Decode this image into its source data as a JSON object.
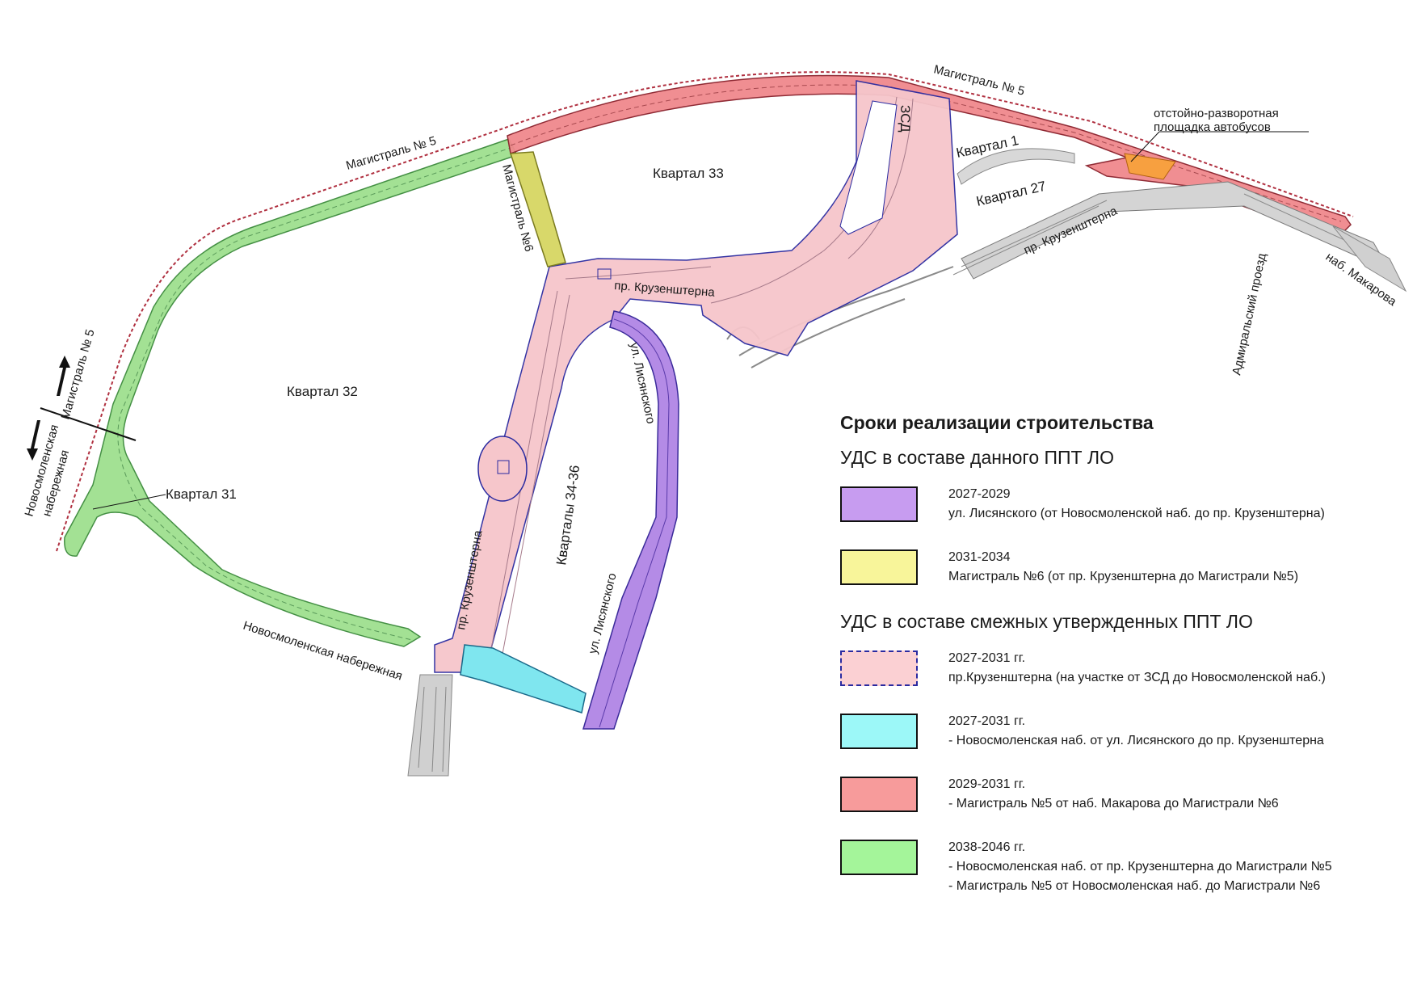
{
  "map_labels": {
    "kvartal_33": "Квартал 33",
    "kvartal_32": "Квартал 32",
    "kvartal_31": "Квартал 31",
    "kvartal_1": "Квартал 1",
    "kvartal_27": "Квартал 27",
    "kvartaly_34_36": "Кварталы 34-36",
    "magistral5_top": "Магистраль № 5",
    "magistral5_left": "Магистраль № 5",
    "magistral5_vertical": "Магистраль № 5",
    "magistral6": "Магистраль №6",
    "zsd": "ЗСД",
    "kruzenshterna_center": "пр. Крузенштерна",
    "kruzenshterna_right": "пр. Крузенштерна",
    "kruzenshterna_south": "пр. Крузенштерна",
    "lisyanskogo_upper": "ул. Лисянского",
    "lisyanskogo_lower": "ул. Лисянского",
    "novosmolenskaya_bottom": "Новосмоленская набережная",
    "novosmolenskaya_left_1": "Новосмоленская",
    "novosmolenskaya_left_2": "набережная",
    "admiralsky": "Адмиральский проезд",
    "makarova": "наб. Макарова",
    "bus_area_1": "отстойно-разворотная",
    "bus_area_2": "площадка автобусов"
  },
  "legend": {
    "title": "Сроки реализации строительства",
    "section1": "УДС в составе данного ППТ ЛО",
    "section2": "УДС в составе смежных утвержденных ППТ ЛО",
    "items1": [
      {
        "period": "2027-2029",
        "text": "ул. Лисянского (от Новосмоленской наб. до пр. Крузенштерна)",
        "color": "#c79cf0"
      },
      {
        "period": "2031-2034",
        "text": "Магистраль №6 (от пр. Крузенштерна до Магистрали №5)",
        "color": "#f8f59a"
      }
    ],
    "items2": [
      {
        "period": "2027-2031 гг.",
        "text": "пр.Крузенштерна (на участке от ЗСД до Новосмоленской наб.)",
        "color": "#fbd0d3"
      },
      {
        "period": "2027-2031 гг.",
        "text": "- Новосмоленская наб. от ул. Лисянского до пр. Крузенштерна",
        "color": "#9cf8f8"
      },
      {
        "period": "2029-2031 гг.",
        "text": "- Магистраль №5 от наб. Макарова до Магистрали №6",
        "color": "#f79b9b"
      },
      {
        "period": "2038-2046 гг.",
        "text": "- Новосмоленская наб. от пр. Крузенштерна до Магистрали №5",
        "text2": "- Магистраль №5 от Новосмоленская наб. до Магистрали №6",
        "color": "#a4f59a"
      }
    ]
  },
  "colors": {
    "lisyanskogo": "#b48be6",
    "magistral6": "#d8d86a",
    "kruzenshterna": "#f6c6cb",
    "novosmol_cyan": "#7fe6ef",
    "magistral5_red": "#f0898d",
    "green_roads": "#9fe08f",
    "bus_orange": "#f7a040"
  }
}
